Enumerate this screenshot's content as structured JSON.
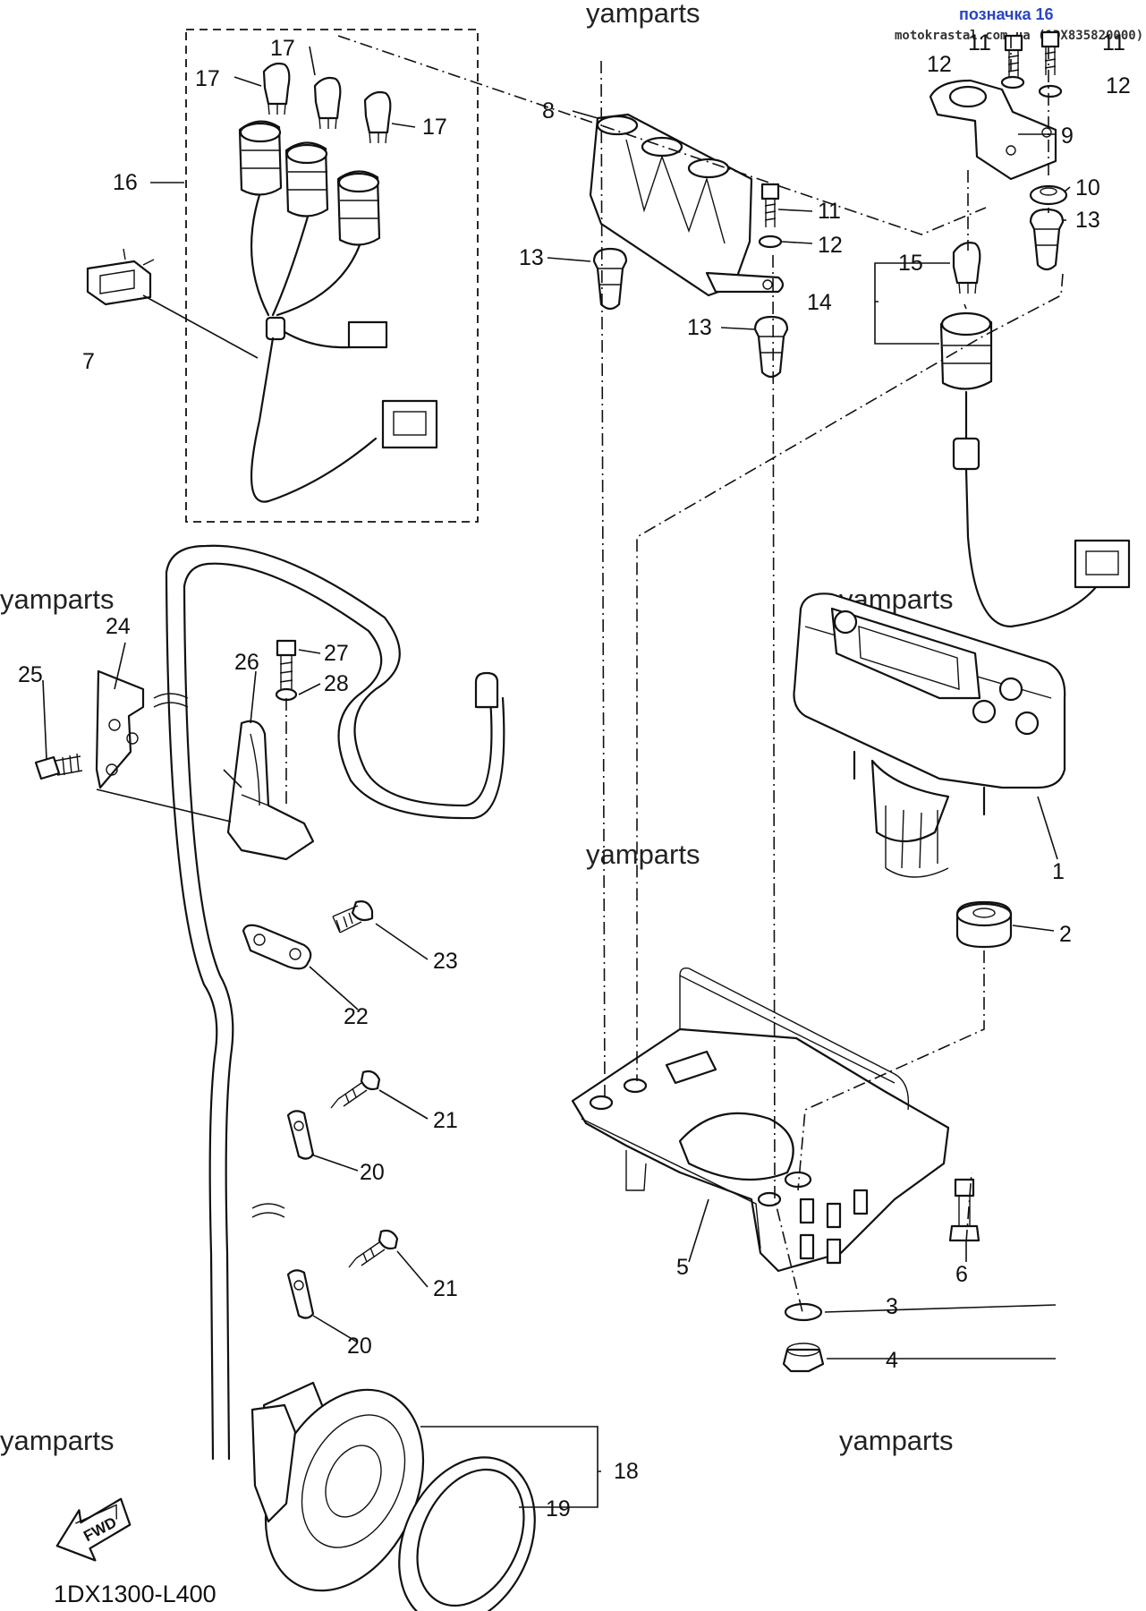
{
  "header": {
    "tag": "позначка 16",
    "site_catalog": "motokrastal.com.ua (1DX835820000)"
  },
  "watermark": "yamparts",
  "diagram_code": "1DX1300-L400",
  "fwd_label": "FWD",
  "callouts": {
    "p1": "1",
    "p2": "2",
    "p3": "3",
    "p4": "4",
    "p5": "5",
    "p6": "6",
    "p7": "7",
    "p8": "8",
    "p9": "9",
    "p10": "10",
    "p11a": "11",
    "p11b": "11",
    "p11c": "11",
    "p12a": "12",
    "p12b": "12",
    "p12c": "12",
    "p13a": "13",
    "p13b": "13",
    "p13c": "13",
    "p14": "14",
    "p15": "15",
    "p16": "16",
    "p17a": "17",
    "p17b": "17",
    "p17c": "17",
    "p18": "18",
    "p19": "19",
    "p20a": "20",
    "p20b": "20",
    "p21a": "21",
    "p21b": "21",
    "p22": "22",
    "p23": "23",
    "p24": "24",
    "p25": "25",
    "p26": "26",
    "p27": "27",
    "p28": "28"
  }
}
